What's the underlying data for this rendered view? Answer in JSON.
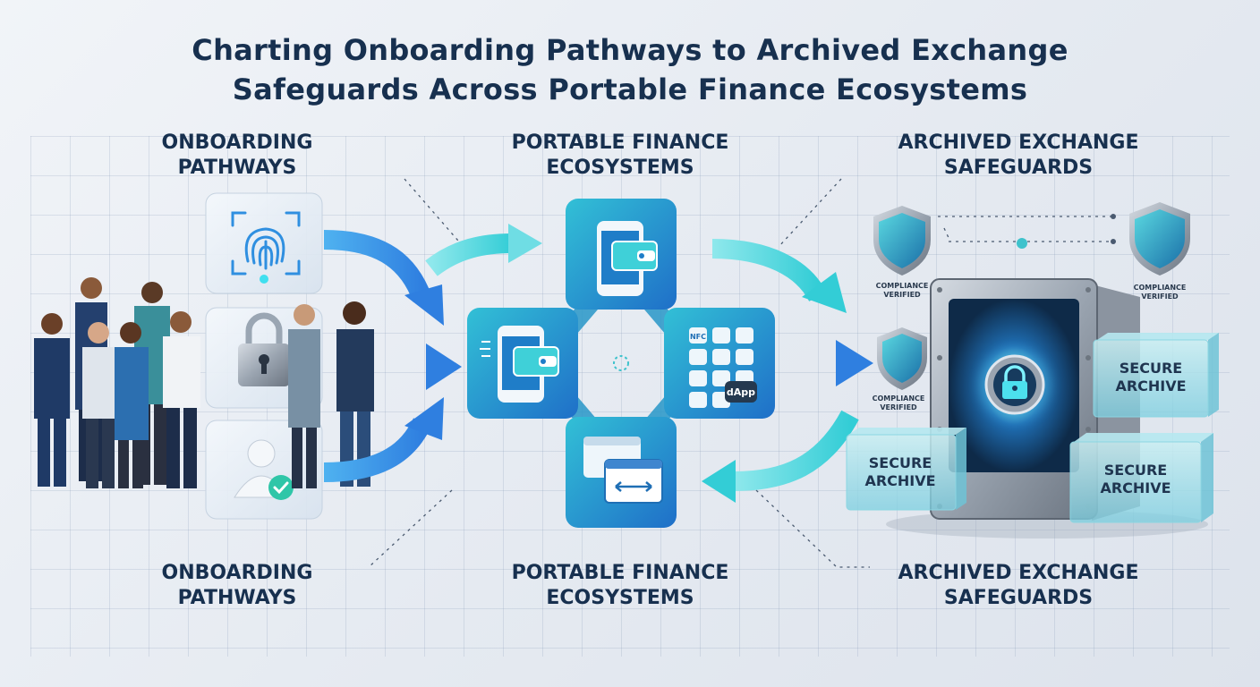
{
  "title": {
    "line1": "Charting Onboarding Pathways to Archived Exchange",
    "line2": "Safeguards Across Portable Finance Ecosystems"
  },
  "columns": {
    "onboarding": {
      "top": [
        "ONBOARDING",
        "PATHWAYS"
      ],
      "bottom": [
        "ONBOARDING",
        "PATHWAYS"
      ]
    },
    "ecosystems": {
      "top": [
        "PORTABLE FINANCE",
        "ECOSYSTEMS"
      ],
      "bottom": [
        "PORTABLE FINANCE",
        "ECOSYSTEMS"
      ]
    },
    "safeguards": {
      "top": [
        "ARCHIVED EXCHANGE",
        "SAFEGUARDS"
      ],
      "bottom": [
        "ARCHIVED EXCHANGE",
        "SAFEGUARDS"
      ]
    }
  },
  "onboarding_icons": [
    "fingerprint-icon",
    "padlock-icon",
    "user-verified-icon"
  ],
  "ecosystem_icons": [
    "phone-wallet-icon",
    "phone-wallet-icon",
    "dapp-keypad-icon",
    "browser-exchange-icon"
  ],
  "keypad": {
    "nfc": "NFC",
    "dapp": "dApp"
  },
  "compliance": {
    "line1": "COMPLIANCE",
    "line2": "VERIFIED"
  },
  "archive": {
    "line1": "SECURE",
    "line2": "ARCHIVE"
  },
  "colors": {
    "navy": "#17304f",
    "teal": "#2fc6cf",
    "blue": "#2f7fe0",
    "cyan": "#47d7e0"
  }
}
